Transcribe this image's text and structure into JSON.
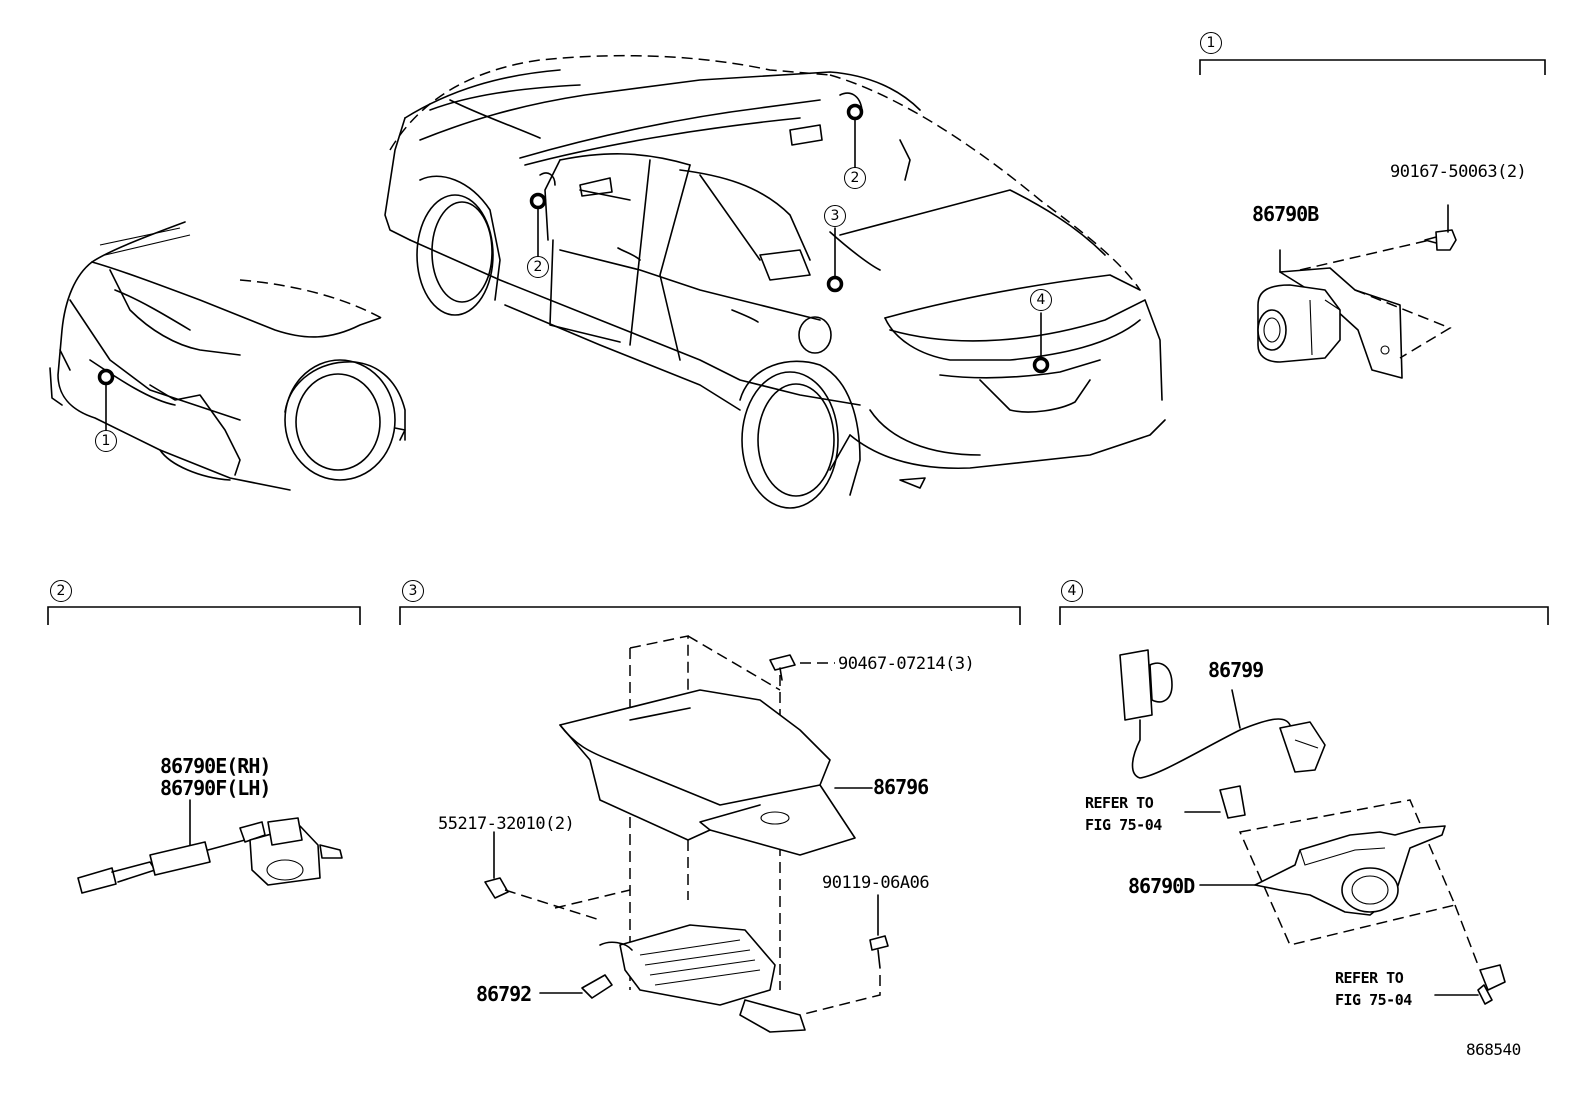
{
  "figure_number": "868540",
  "sections": [
    {
      "id": "1",
      "marker": "1"
    },
    {
      "id": "2",
      "marker": "2"
    },
    {
      "id": "3",
      "marker": "3"
    },
    {
      "id": "4",
      "marker": "4"
    }
  ],
  "location_markers": {
    "front": "1",
    "interior_left": "2",
    "interior_right": "2",
    "rear_shelf": "3",
    "trunk": "4"
  },
  "parts": {
    "s1_camera": "86790B",
    "s1_screw": "90167-50063(2)",
    "s2_camera_rh": "86790E(RH)",
    "s2_camera_lh": "86790F(LH)",
    "s3_clip": "90467-07214(3)",
    "s3_cover": "86796",
    "s3_nut": "55217-32010(2)",
    "s3_bolt": "90119-06A06",
    "s3_module": "86792",
    "s4_harness": "86799",
    "s4_camera": "86790D",
    "s4_refer1_line1": "REFER TO",
    "s4_refer1_line2": "FIG 75-04",
    "s4_refer2_line1": "REFER TO",
    "s4_refer2_line2": "FIG 75-04"
  }
}
